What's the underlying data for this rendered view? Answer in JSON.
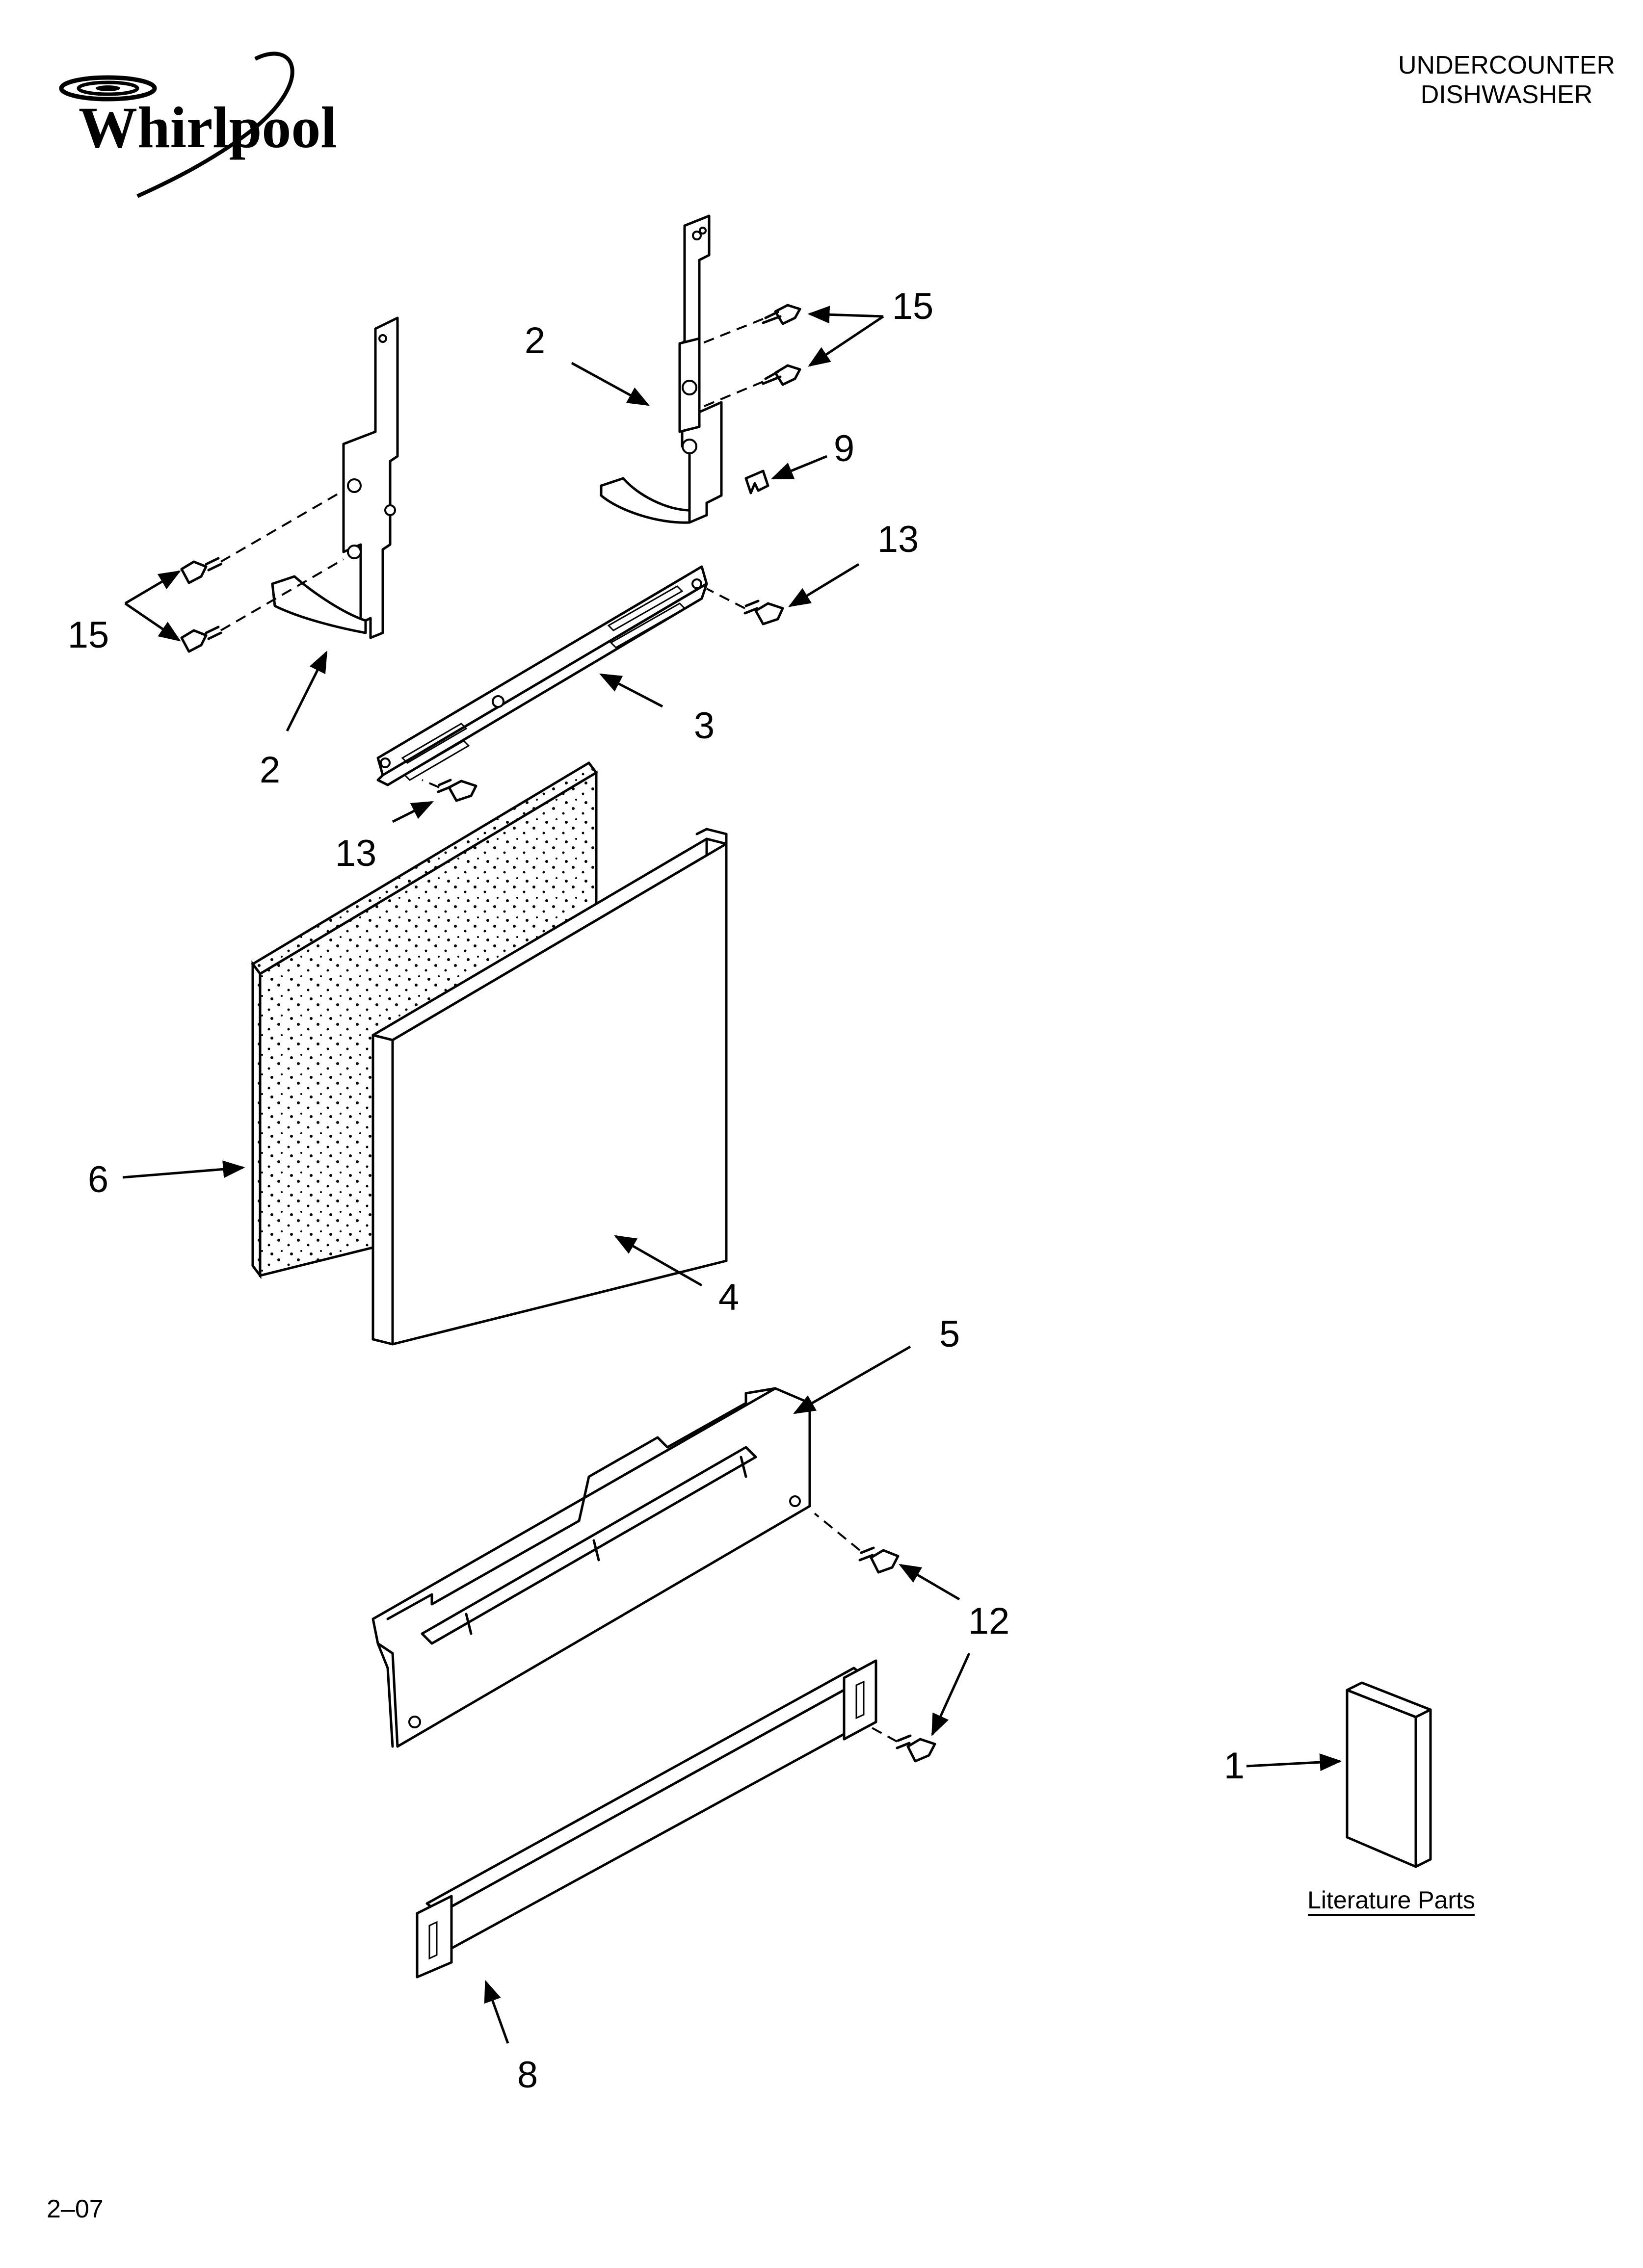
{
  "brand": {
    "logo_text": "Whirlpool"
  },
  "header": {
    "line1": "UNDERCOUNTER",
    "line2": "DISHWASHER"
  },
  "callouts": {
    "c2_upper": "2",
    "c15_upper": "15",
    "c9": "9",
    "c13_upper": "13",
    "c15_lower": "15",
    "c2_lower": "2",
    "c3": "3",
    "c13_lower": "13",
    "c6": "6",
    "c4": "4",
    "c5": "5",
    "c12": "12",
    "c1": "1",
    "c8": "8"
  },
  "literature_label": "Literature Parts",
  "footer": {
    "code": "2–07"
  },
  "colors": {
    "ink": "#000000",
    "paper": "#ffffff"
  }
}
